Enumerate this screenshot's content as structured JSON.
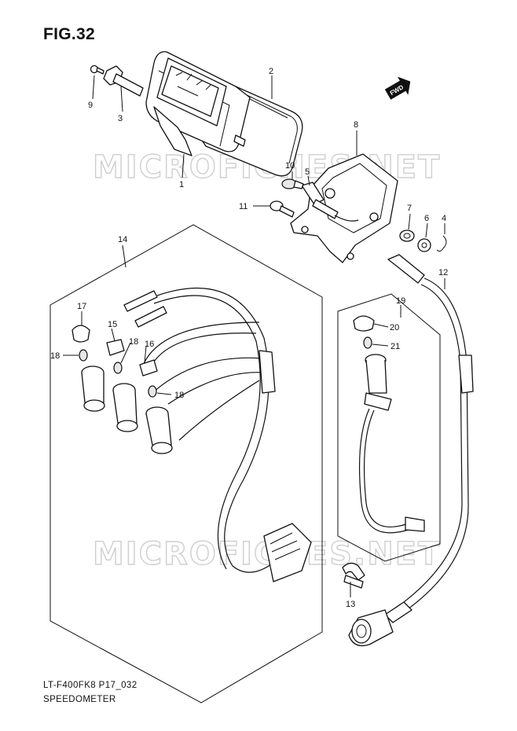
{
  "figure": {
    "title": "FIG.32",
    "model_code": "LT-F400FK8 P17_032",
    "caption": "SPEEDOMETER",
    "watermark": "MICROFICHES.NET",
    "fwd_label": "FWD"
  },
  "callouts": {
    "c1": "1",
    "c2": "2",
    "c3": "3",
    "c4": "4",
    "c5": "5",
    "c6": "6",
    "c7": "7",
    "c8": "8",
    "c9": "9",
    "c10": "10",
    "c11": "11",
    "c12": "12",
    "c13": "13",
    "c14": "14",
    "c15": "15",
    "c16": "16",
    "c17": "17",
    "c18a": "18",
    "c18b": "18",
    "c18c": "18",
    "c19": "19",
    "c20": "20",
    "c21": "21"
  },
  "colors": {
    "ink": "#111111",
    "watermark": "#cfcfcf",
    "background": "#ffffff"
  }
}
